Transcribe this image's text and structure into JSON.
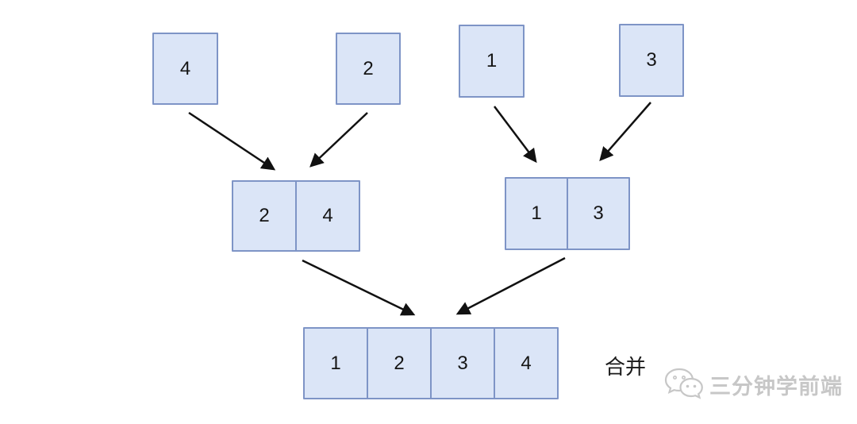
{
  "diagram": {
    "description": "merge-sort combine step diagram",
    "top_boxes": [
      {
        "value": "4"
      },
      {
        "value": "2"
      },
      {
        "value": "1"
      },
      {
        "value": "3"
      }
    ],
    "mid_boxes": [
      {
        "cells": [
          "2",
          "4"
        ]
      },
      {
        "cells": [
          "1",
          "3"
        ]
      }
    ],
    "bottom_box": {
      "cells": [
        "1",
        "2",
        "3",
        "4"
      ]
    },
    "merge_label": "合并"
  },
  "watermark": {
    "text": "三分钟学前端",
    "icon": "wechat-chat-bubbles-icon"
  },
  "colors": {
    "box_fill": "#dbe5f7",
    "box_border": "#7e94c6",
    "arrow": "#111111",
    "number_text": "#151515",
    "watermark_gray": "#c7c7c7",
    "background": "#ffffff"
  }
}
